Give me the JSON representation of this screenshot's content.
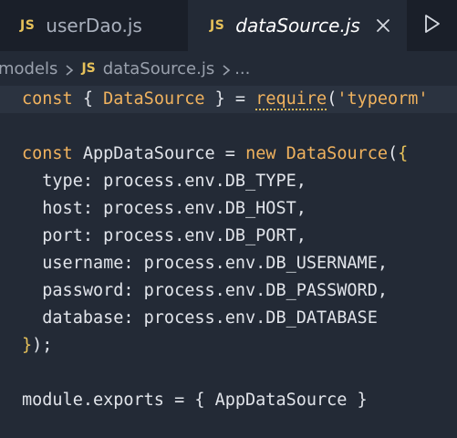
{
  "tabs": [
    {
      "badge": "JS",
      "label": "userDao.js",
      "active": false
    },
    {
      "badge": "JS",
      "label": "dataSource.js",
      "active": true
    }
  ],
  "icons": {
    "close": "close-icon",
    "run": "play-icon",
    "separator": "chevron-right-icon"
  },
  "breadcrumb": {
    "folder": "models",
    "file_badge": "JS",
    "file": "dataSource.js",
    "more": "..."
  },
  "code": {
    "line1": {
      "kw": "const",
      "open": " { ",
      "cls": "DataSource",
      "close": " } = ",
      "fn": "require",
      "paren_open": "(",
      "str": "'typeorm'"
    },
    "line3": {
      "kw": "const",
      "name": " AppDataSource = ",
      "new_kw": "new",
      "space": " ",
      "cls": "DataSource",
      "paren": "(",
      "brace": "{"
    },
    "line4": "  type: process.env.DB_TYPE,",
    "line5": "  host: process.env.DB_HOST,",
    "line6": "  port: process.env.DB_PORT,",
    "line7": "  username: process.env.DB_USERNAME,",
    "line8": "  password: process.env.DB_PASSWORD,",
    "line9": "  database: process.env.DB_DATABASE",
    "line10": {
      "brace": "}",
      "rest": ");"
    },
    "line12": "module.exports = { AppDataSource }"
  },
  "colors": {
    "keyword": "#f0b25e",
    "js_badge": "#e6c15a",
    "text": "#e1e4ea",
    "background": "#232a36"
  }
}
